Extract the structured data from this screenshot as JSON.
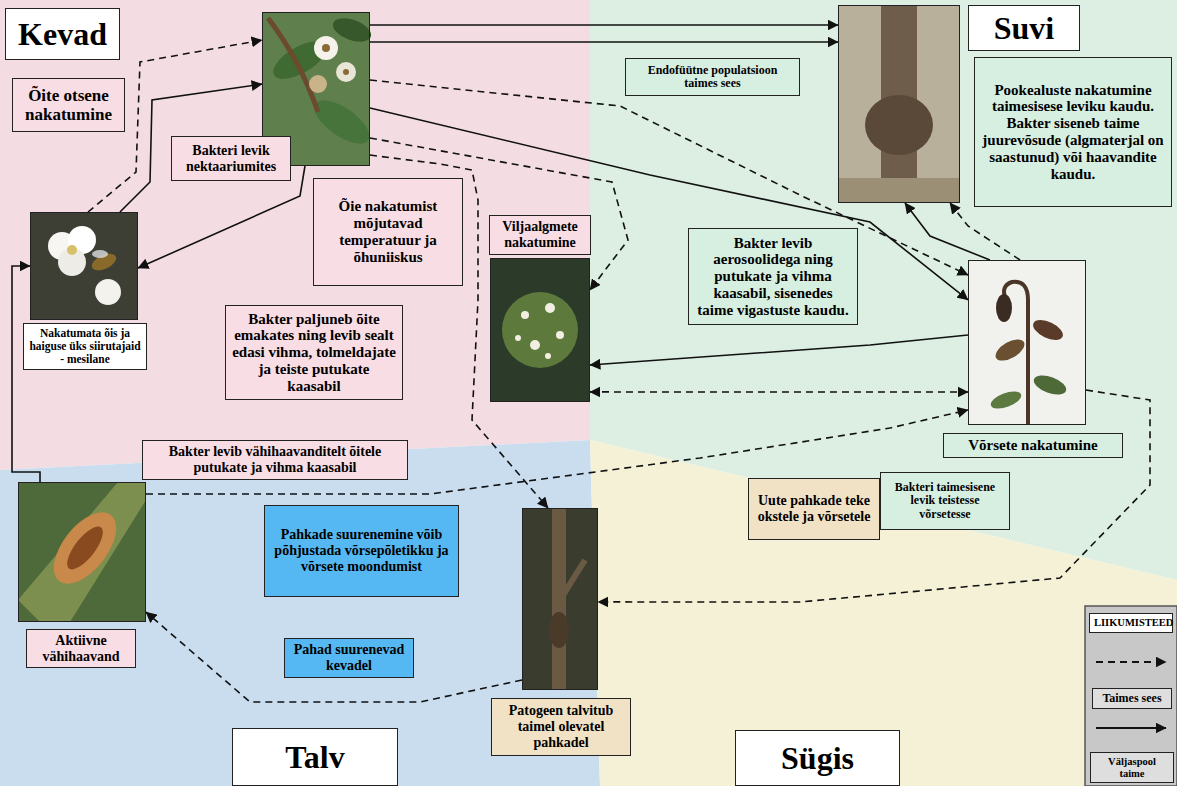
{
  "diagram": {
    "nodes": [
      {
        "text": [
          "Kevad"
        ]
      },
      {
        "text": [
          "Bakteri levik nektaariumites"
        ]
      },
      {
        "text": [
          "Pookealuste nakatumine taimesisese leviku kaudu. Bakter siseneb taime juurevõsude (algmaterjal on saastunud) või haavandite kaudu."
        ]
      },
      {
        "text": [
          "Suvi"
        ]
      },
      {
        "text": [
          "Õite otsene nakatumine"
        ]
      },
      {
        "text": [
          "Endofüütne populatsioon taimes sees"
        ]
      },
      {
        "text": [
          "Nakatumata õis ja haiguse üks siirutajaid - mesilane"
        ]
      },
      {
        "text": [
          "Õie nakatumist mõjutavad temperatuur ja õhuniiskus"
        ]
      },
      {
        "text": [
          "Viljaalgmete nakatumine"
        ]
      },
      {
        "text": [
          "Bakter levib aerosoolidega ning putukate ja vihma kaasabil, sisenedes taime vigastuste kaudu."
        ]
      },
      {
        "text": [
          "Bakter paljuneb õite emakates ning levib sealt edasi vihma, tolmeldajate ja teiste putukate kaasabil"
        ]
      },
      {
        "text": [
          "Võrsete nakatumine"
        ]
      },
      {
        "text": [
          "Bakter levib vähihaavanditelt õitele putukate ja vihma kaasabil"
        ]
      },
      {
        "text": [
          "Aktiivne vähihaavand"
        ]
      },
      {
        "text": [
          "Pahkade suurenemine võib põhjustada võrsepõletikku ja võrsete moondumist"
        ]
      },
      {
        "text": [
          "Bakteri taimesisene levik teistesse võrsetesse"
        ]
      },
      {
        "text": [
          "Uute pahkade teke okstele ja võrsetele"
        ]
      },
      {
        "text": [
          "Pahad suurenevad kevadel"
        ]
      },
      {
        "text": [
          "Patogeen talvitub taimel olevatel pahkadel"
        ]
      },
      {
        "text": [
          "Talv"
        ]
      },
      {
        "text": [
          "Sügis"
        ]
      }
    ],
    "edges": [
      {
        "from": 6,
        "to": 1,
        "arrow": "to"
      },
      {
        "from": 6,
        "to": 1,
        "arrow": "to"
      },
      {
        "from": 1,
        "to": 6,
        "arrow": "to"
      },
      {
        "from": 1,
        "to": 2,
        "arrow": "to"
      },
      {
        "from": 1,
        "to": 2,
        "arrow": "to"
      },
      {
        "from": 1,
        "to": 11,
        "arrow": "to"
      },
      {
        "from": 1,
        "to": 11,
        "arrow": "to"
      },
      {
        "from": 1,
        "to": 8,
        "arrow": "to"
      },
      {
        "from": 11,
        "to": 8,
        "arrow": "to"
      },
      {
        "from": 8,
        "to": 11,
        "arrow": "both"
      },
      {
        "from": 11,
        "to": 2,
        "arrow": "to"
      },
      {
        "from": 11,
        "to": 2,
        "arrow": "to"
      },
      {
        "from": 11,
        "to": 18,
        "arrow": "to"
      },
      {
        "from": 18,
        "to": 13,
        "arrow": "to"
      },
      {
        "from": 13,
        "to": 11,
        "arrow": "to"
      },
      {
        "from": 1,
        "to": 18,
        "arrow": "to"
      },
      {
        "from": 13,
        "to": 6,
        "arrow": "to"
      }
    ],
    "labels": [
      "LIIKUMISTEED"
    ],
    "legend": [
      {
        "text": "Taimes sees"
      },
      {
        "text": "Väljaspool taime"
      }
    ]
  }
}
